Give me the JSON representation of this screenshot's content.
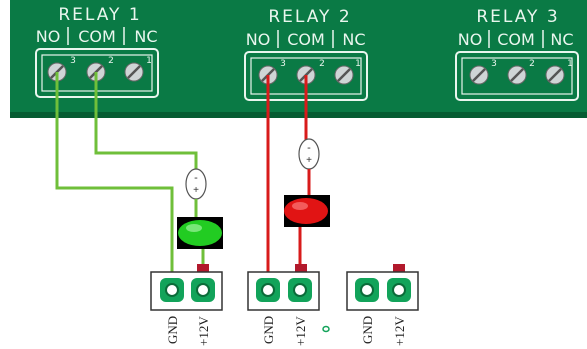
{
  "colors": {
    "pcb": "#0a7a45",
    "pcb_dark": "#065c32",
    "pcb_silk": "#e9f6ee",
    "wire_green": "#6fbf3a",
    "wire_red": "#d81b1b",
    "terminal": "#12a35a",
    "terminal_dark": "#0b6b39",
    "led_green": "#22cc22",
    "led_red": "#e11414",
    "led_shadow": "#000000"
  },
  "relays": [
    {
      "title": "RELAY  1",
      "labels": [
        "NO",
        "COM",
        "NC"
      ],
      "pins": [
        "3",
        "2",
        "1"
      ]
    },
    {
      "title": "RELAY  2",
      "labels": [
        "NO",
        "COM",
        "NC"
      ],
      "pins": [
        "3",
        "2",
        "1"
      ]
    },
    {
      "title": "RELAY  3",
      "labels": [
        "NO",
        "COM",
        "NC"
      ],
      "pins": [
        "3",
        "2",
        "1"
      ]
    }
  ],
  "terminals": [
    {
      "gnd": "GND",
      "v12": "+12V"
    },
    {
      "gnd": "GND",
      "v12": "+12V"
    },
    {
      "gnd": "GND",
      "v12": "+12V"
    }
  ],
  "led_polarity": {
    "minus": "-",
    "plus": "+"
  }
}
